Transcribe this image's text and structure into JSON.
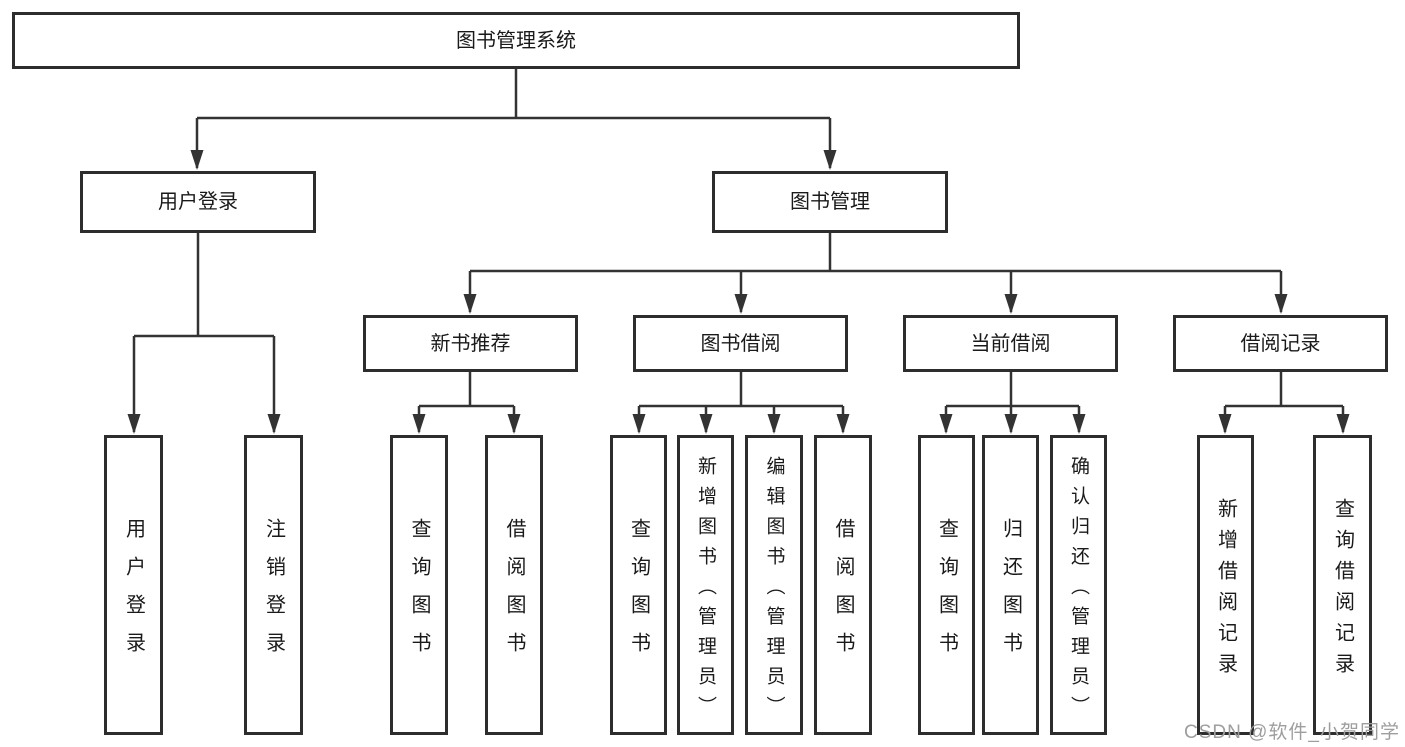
{
  "diagram": {
    "root": {
      "label": "图书管理系统"
    },
    "level2": [
      {
        "label": "用户登录",
        "children": [
          {
            "label": "用户登录"
          },
          {
            "label": "注销登录"
          }
        ]
      },
      {
        "label": "图书管理",
        "children": [
          {
            "label": "新书推荐",
            "children": [
              {
                "label": "查询图书"
              },
              {
                "label": "借阅图书"
              }
            ]
          },
          {
            "label": "图书借阅",
            "children": [
              {
                "label": "查询图书"
              },
              {
                "label": "新增图书（管理员）"
              },
              {
                "label": "编辑图书（管理员）"
              },
              {
                "label": "借阅图书"
              }
            ]
          },
          {
            "label": "当前借阅",
            "children": [
              {
                "label": "查询图书"
              },
              {
                "label": "归还图书"
              },
              {
                "label": "确认归还（管理员）"
              }
            ]
          },
          {
            "label": "借阅记录",
            "children": [
              {
                "label": "新增借阅记录"
              },
              {
                "label": "查询借阅记录"
              }
            ]
          }
        ]
      }
    ]
  },
  "watermark": {
    "text": "CSDN @软件_小贺同学"
  },
  "colors": {
    "line": "#333333",
    "box_border": "#2d2d2d",
    "box_bg": "#ffffff",
    "text": "#1a1a1a",
    "background": "#ffffff",
    "watermark": "#9e9e9e"
  }
}
